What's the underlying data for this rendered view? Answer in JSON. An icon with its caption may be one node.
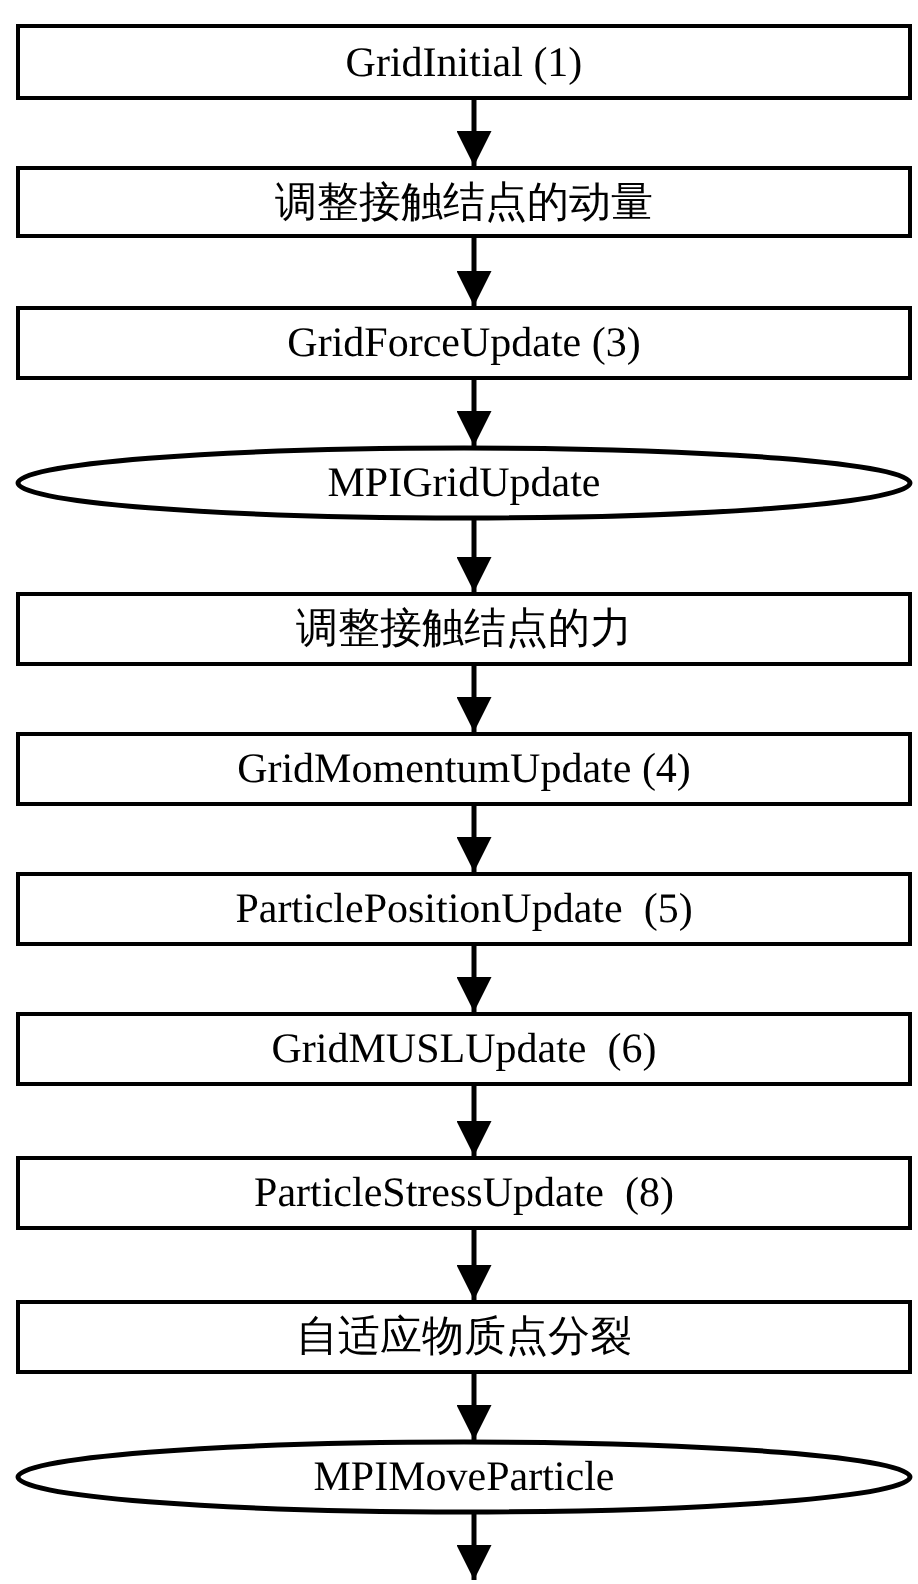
{
  "diagram": {
    "nodes": [
      {
        "text": [
          "GridInitial (1)"
        ]
      },
      {
        "text": [
          "调整接触结点的动量"
        ]
      },
      {
        "text": [
          "GridForceUpdate (3)"
        ]
      },
      {
        "text": [
          "MPIGridUpdate"
        ]
      },
      {
        "text": [
          "调整接触结点的力"
        ]
      },
      {
        "text": [
          "GridMomentumUpdate (4)"
        ]
      },
      {
        "text": [
          "ParticlePositionUpdate  (5)"
        ]
      },
      {
        "text": [
          "GridMUSLUpdate  (6)"
        ]
      },
      {
        "text": [
          "ParticleStressUpdate  (8)"
        ]
      },
      {
        "text": [
          "自适应物质点分裂"
        ]
      },
      {
        "text": [
          "MPIMoveParticle"
        ]
      }
    ],
    "edges": [
      {
        "from": 0,
        "to": 1,
        "arrow": "to"
      },
      {
        "from": 1,
        "to": 2,
        "arrow": "to"
      },
      {
        "from": 2,
        "to": 3,
        "arrow": "to"
      },
      {
        "from": 3,
        "to": 4,
        "arrow": "to"
      },
      {
        "from": 4,
        "to": 5,
        "arrow": "to"
      },
      {
        "from": 5,
        "to": 6,
        "arrow": "to"
      },
      {
        "from": 6,
        "to": 7,
        "arrow": "to"
      },
      {
        "from": 7,
        "to": 8,
        "arrow": "to"
      },
      {
        "from": 8,
        "to": 9,
        "arrow": "to"
      },
      {
        "from": 9,
        "to": 10,
        "arrow": "to"
      },
      {
        "from": 10,
        "to": null,
        "arrow": "to"
      }
    ]
  }
}
